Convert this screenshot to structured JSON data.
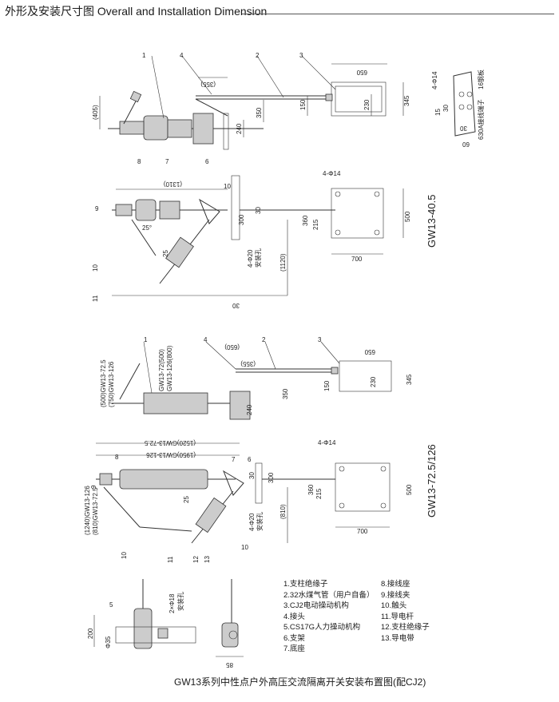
{
  "header": {
    "title": "外形及安装尺寸图 Overall and Installation Dimension"
  },
  "view1": {
    "callouts": [
      "1",
      "4",
      "2",
      "3"
    ],
    "dims": [
      "(355)",
      "650",
      "150",
      "230",
      "345",
      "350",
      "240",
      "(405)"
    ]
  },
  "detail": {
    "dims": [
      "4-Φ14",
      "16钢板",
      "15",
      "30",
      "30",
      "60",
      "630A接线端子"
    ]
  },
  "view2": {
    "model": "GW13-40.5",
    "callouts": [
      "8",
      "7",
      "6",
      "9",
      "10",
      "11"
    ],
    "dims": [
      "(1310)",
      "10",
      "30",
      "4-Φ14",
      "360",
      "215",
      "300",
      "500",
      "700",
      "25°",
      "25",
      "4-Φ20",
      "安装孔",
      "(1120)",
      "30"
    ]
  },
  "view3": {
    "callouts": [
      "1",
      "4",
      "2",
      "3"
    ],
    "dims": [
      "(650)",
      "(355)",
      "650",
      "150",
      "230",
      "345",
      "350",
      "240",
      "(500)GW13-72.5",
      "(750)GW13-126",
      "GW13-72(500)",
      "GW13-126(800)"
    ]
  },
  "view4": {
    "model": "GW13-72.5/126",
    "callouts": [
      "8",
      "7",
      "6",
      "9",
      "10",
      "11",
      "12",
      "13"
    ],
    "dims": [
      "(1520)GW13-72.5",
      "(1950)GW13-126",
      "4-Φ14",
      "300",
      "360",
      "215",
      "500",
      "700",
      "(810)",
      "4-Φ20",
      "安装孔",
      "25",
      "10",
      "30",
      "(1240)GW13-126",
      "(810)GW13-72.5"
    ]
  },
  "view5": {
    "callouts": [
      "5"
    ],
    "dims": [
      "2×Φ18",
      "安装孔",
      "200",
      "Φ35",
      "85"
    ]
  },
  "legend": {
    "left": [
      "1.支柱绝缘子",
      "2.32水煤气管（用户自备）",
      "3.CJ2电动操动机构",
      "4.接头",
      "5.CS17G人力操动机构",
      "6.支架",
      "7.底座"
    ],
    "right": [
      "8.接线座",
      "9.接线夹",
      "10.触头",
      "11.导电杆",
      "12.支柱绝缘子",
      "13.导电带"
    ]
  },
  "caption": "GW13系列中性点户外高压交流隔离开关安装布置图(配CJ2)"
}
